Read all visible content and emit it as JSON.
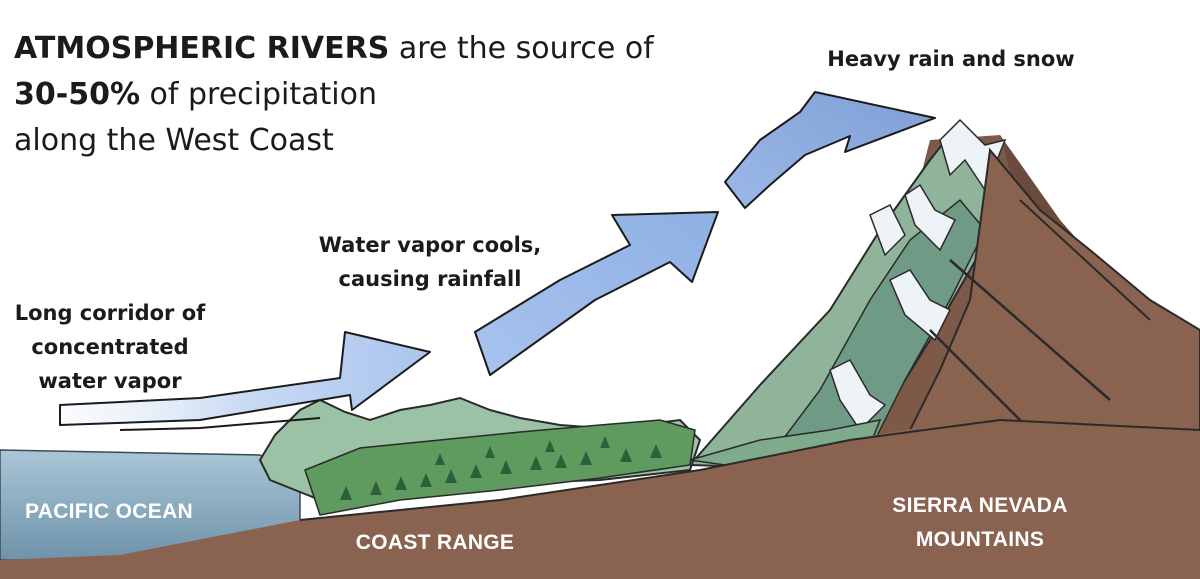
{
  "headline": {
    "part1_bold": "ATMOSPHERIC RIVERS",
    "part1_rest": " are the source of",
    "part2_bold": "30-50%",
    "part2_rest": " of precipitation",
    "part3": "along the West Coast"
  },
  "labels": {
    "heavy_rain": "Heavy rain and snow",
    "vapor_cools": [
      "Water vapor cools,",
      "causing rainfall"
    ],
    "corridor": [
      "Long corridor of",
      "concentrated",
      "water vapor"
    ],
    "pacific_ocean": "PACIFIC OCEAN",
    "coast_range": "COAST RANGE",
    "sierra": [
      "SIERRA NEVADA",
      "MOUNTAINS"
    ]
  },
  "colors": {
    "arrow_blue": "#9db9e8",
    "ocean": "#8fb3c8",
    "ground": "#8a6250",
    "mountain_green": "#8fb49a",
    "forest": "#5f9a5f",
    "rock_brown": "#7d5a48",
    "snow": "#eef3f8"
  }
}
